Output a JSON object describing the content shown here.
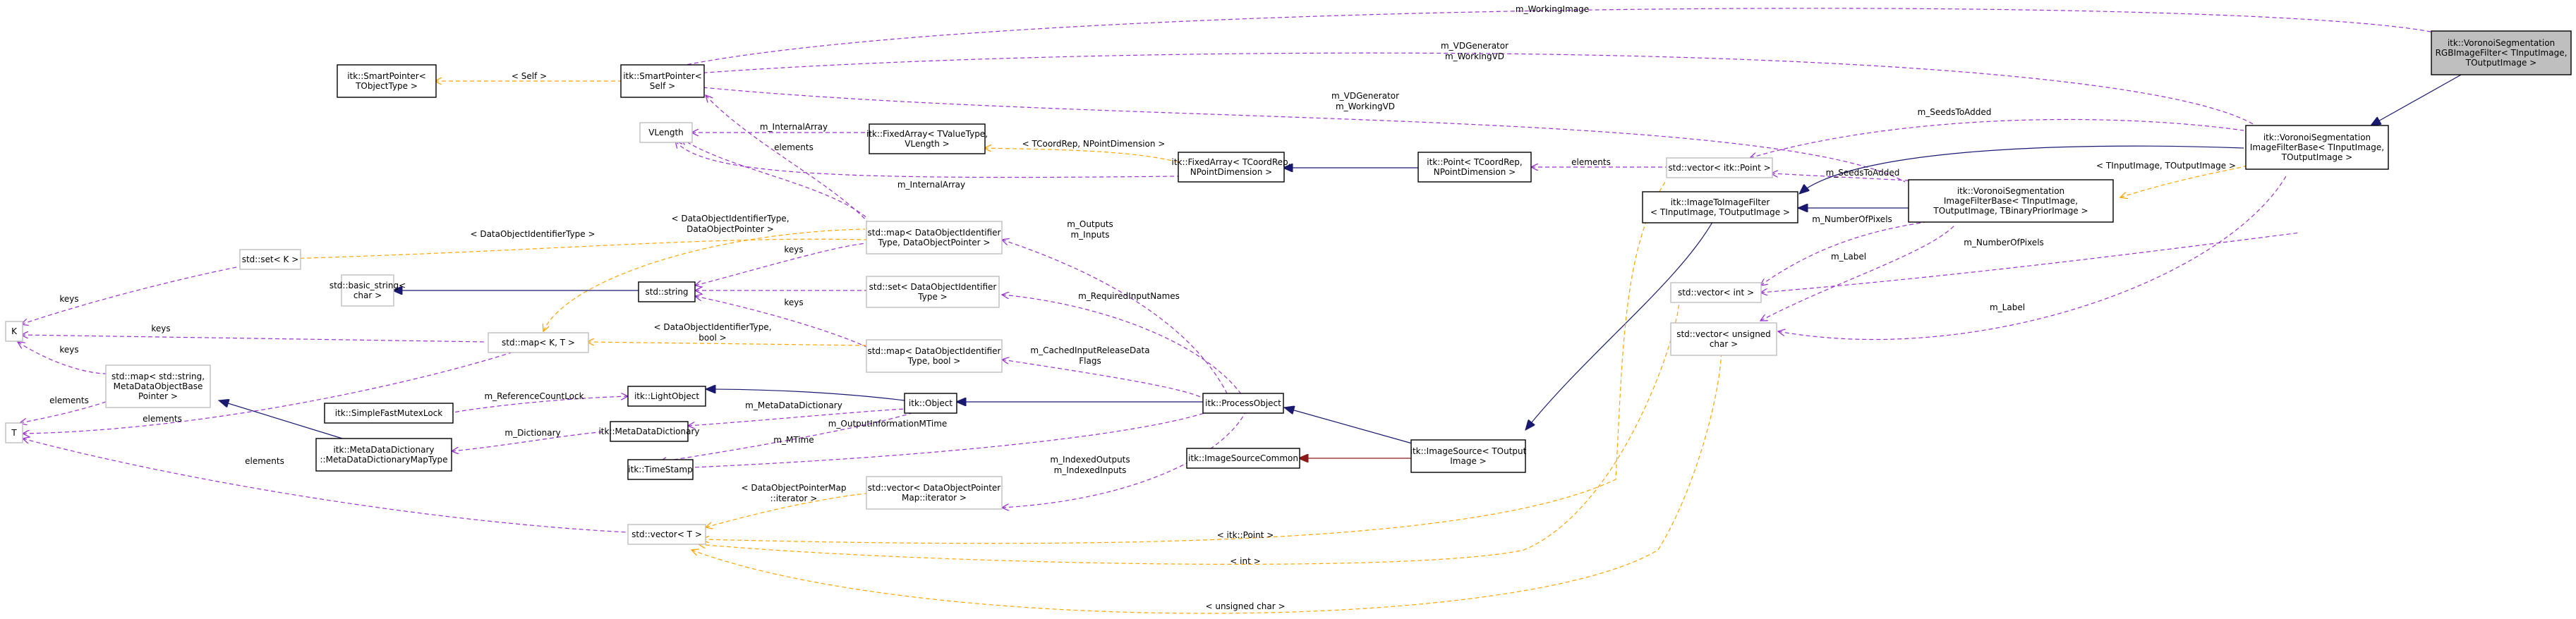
{
  "colors": {
    "usage": "#9a32cd",
    "template": "#ffa500",
    "inheritance": "#191970",
    "private_inheritance": "#8b1a1a",
    "box_border": "#000000",
    "box_border_light": "#bfbfbf",
    "focus_fill": "#bfbfbf"
  },
  "nodes": [
    {
      "id": "voronoi_rgb",
      "lines": [
        "itk::VoronoiSegmentation",
        "RGBImageFilter< TInputImage,",
        "TOutputImage >"
      ],
      "focus": true
    },
    {
      "id": "smartptr_self",
      "lines": [
        "itk::SmartPointer<",
        "Self >"
      ]
    },
    {
      "id": "smartptr_t",
      "lines": [
        "itk::SmartPointer<",
        "TObjectType >"
      ]
    },
    {
      "id": "voronoi_base",
      "lines": [
        "itk::VoronoiSegmentation",
        "ImageFilterBase< TInputImage,",
        "TOutputImage >"
      ]
    },
    {
      "id": "vlength",
      "lines": [
        "VLength"
      ],
      "light": true
    },
    {
      "id": "fixedarray_tv",
      "lines": [
        "itk::FixedArray< TValueType,",
        "VLength >"
      ]
    },
    {
      "id": "fixedarray_tc",
      "lines": [
        "itk::FixedArray< TCoordRep,",
        "NPointDimension >"
      ]
    },
    {
      "id": "point",
      "lines": [
        "itk::Point< TCoordRep,",
        "NPointDimension >"
      ]
    },
    {
      "id": "vec_point",
      "lines": [
        "std::vector< itk::Point >"
      ],
      "light": true
    },
    {
      "id": "voronoi_base2",
      "lines": [
        "itk::VoronoiSegmentation",
        "ImageFilterBase< TInputImage,",
        "TOutputImage, TBinaryPriorImage >"
      ]
    },
    {
      "id": "img2img",
      "lines": [
        "itk::ImageToImageFilter",
        "< TInputImage, TOutputImage >"
      ]
    },
    {
      "id": "map_dopn",
      "lines": [
        "std::map< DataObjectIdentifier",
        "Type, DataObjectPointer >"
      ],
      "light": true
    },
    {
      "id": "set_k",
      "lines": [
        "std::set< K >"
      ],
      "light": true
    },
    {
      "id": "string",
      "lines": [
        "std::string"
      ]
    },
    {
      "id": "basic_string",
      "lines": [
        "std::basic_string<",
        "char >"
      ],
      "light": true
    },
    {
      "id": "set_doi",
      "lines": [
        "std::set< DataObjectIdentifier",
        "Type >"
      ],
      "light": true
    },
    {
      "id": "K",
      "lines": [
        "K"
      ],
      "light": true
    },
    {
      "id": "map_kt",
      "lines": [
        "std::map< K, T >"
      ],
      "light": true
    },
    {
      "id": "map_dob",
      "lines": [
        "std::map< DataObjectIdentifier",
        "Type, bool >"
      ],
      "light": true
    },
    {
      "id": "vec_int",
      "lines": [
        "std::vector< int >"
      ],
      "light": true
    },
    {
      "id": "vec_uchar",
      "lines": [
        "std::vector< unsigned",
        "char >"
      ],
      "light": true
    },
    {
      "id": "map_string_meta",
      "lines": [
        "std::map< std::string,",
        "MetaDataObjectBase",
        "Pointer >"
      ],
      "light": true
    },
    {
      "id": "sfml",
      "lines": [
        "itk::SimpleFastMutexLock"
      ]
    },
    {
      "id": "lightobject",
      "lines": [
        "itk::LightObject"
      ]
    },
    {
      "id": "object",
      "lines": [
        "itk::Object"
      ]
    },
    {
      "id": "processobject",
      "lines": [
        "itk::ProcessObject"
      ]
    },
    {
      "id": "T",
      "lines": [
        "T"
      ],
      "light": true
    },
    {
      "id": "mdd_map",
      "lines": [
        "itk::MetaDataDictionary",
        "::MetaDataDictionaryMapType"
      ]
    },
    {
      "id": "mdd",
      "lines": [
        "itk::MetaDataDictionary"
      ]
    },
    {
      "id": "timestamp",
      "lines": [
        "itk::TimeStamp"
      ]
    },
    {
      "id": "isc",
      "lines": [
        "itk::ImageSourceCommon"
      ]
    },
    {
      "id": "imagesource",
      "lines": [
        "itk::ImageSource< TOutput",
        "Image >"
      ]
    },
    {
      "id": "vec_dopm",
      "lines": [
        "std::vector< DataObjectPointer",
        "Map::iterator >"
      ],
      "light": true
    },
    {
      "id": "vec_t",
      "lines": [
        "std::vector< T >"
      ],
      "light": true
    }
  ],
  "edge_labels": [
    {
      "id": "l_working_image",
      "text": "m_WorkingImage"
    },
    {
      "id": "l_vdgen1",
      "text": "m_VDGenerator"
    },
    {
      "id": "l_wvd1",
      "text": "m_WorkingVD"
    },
    {
      "id": "l_self",
      "text": "< Self >"
    },
    {
      "id": "l_vdgen2",
      "text": "m_VDGenerator"
    },
    {
      "id": "l_wvd2",
      "text": "m_WorkingVD"
    },
    {
      "id": "l_seeds1",
      "text": "m_SeedsToAdded"
    },
    {
      "id": "l_seeds2",
      "text": "m_SeedsToAdded"
    },
    {
      "id": "l_internal1",
      "text": "m_InternalArray"
    },
    {
      "id": "l_internal2",
      "text": "m_InternalArray"
    },
    {
      "id": "l_tcoord",
      "text": "< TCoordRep, NPointDimension >"
    },
    {
      "id": "l_elements_pt",
      "text": "elements"
    },
    {
      "id": "l_elements_vl",
      "text": "elements"
    },
    {
      "id": "l_tinput",
      "text": "< TInputImage, TOutputImage >"
    },
    {
      "id": "l_dot1",
      "text": "< DataObjectIdentifierType,"
    },
    {
      "id": "l_dot1b",
      "text": "DataObjectPointer >"
    },
    {
      "id": "l_dot2",
      "text": "< DataObjectIdentifierType >"
    },
    {
      "id": "l_outputs",
      "text": "m_Outputs"
    },
    {
      "id": "l_inputs",
      "text": "m_Inputs"
    },
    {
      "id": "l_nop1",
      "text": "m_NumberOfPixels"
    },
    {
      "id": "l_nop2",
      "text": "m_NumberOfPixels"
    },
    {
      "id": "l_label1",
      "text": "m_Label"
    },
    {
      "id": "l_label2",
      "text": "m_Label"
    },
    {
      "id": "l_keys1",
      "text": "keys"
    },
    {
      "id": "l_keys2",
      "text": "keys"
    },
    {
      "id": "l_keys3",
      "text": "keys"
    },
    {
      "id": "l_keys4",
      "text": "keys"
    },
    {
      "id": "l_keys5",
      "text": "keys"
    },
    {
      "id": "l_rin",
      "text": "m_RequiredInputNames"
    },
    {
      "id": "l_dob1",
      "text": "< DataObjectIdentifierType,"
    },
    {
      "id": "l_dob1b",
      "text": "bool >"
    },
    {
      "id": "l_cirf1",
      "text": "m_CachedInputReleaseData"
    },
    {
      "id": "l_cirf2",
      "text": "Flags"
    },
    {
      "id": "l_refcount",
      "text": "m_ReferenceCountLock"
    },
    {
      "id": "l_elements_t1",
      "text": "elements"
    },
    {
      "id": "l_elements_t2",
      "text": "elements"
    },
    {
      "id": "l_elements_t3",
      "text": "elements"
    },
    {
      "id": "l_mdd",
      "text": "m_MetaDataDictionary"
    },
    {
      "id": "l_dict",
      "text": "m_Dictionary"
    },
    {
      "id": "l_oimt",
      "text": "m_OutputInformationMTime"
    },
    {
      "id": "l_mtime",
      "text": "m_MTime"
    },
    {
      "id": "l_io1",
      "text": "m_IndexedOutputs"
    },
    {
      "id": "l_io2",
      "text": "m_IndexedInputs"
    },
    {
      "id": "l_dopm1",
      "text": "< DataObjectPointerMap"
    },
    {
      "id": "l_dopm2",
      "text": "::iterator >"
    },
    {
      "id": "l_itkpoint",
      "text": "< itk::Point >"
    },
    {
      "id": "l_int",
      "text": "< int >"
    },
    {
      "id": "l_uchar",
      "text": "< unsigned char >"
    }
  ]
}
